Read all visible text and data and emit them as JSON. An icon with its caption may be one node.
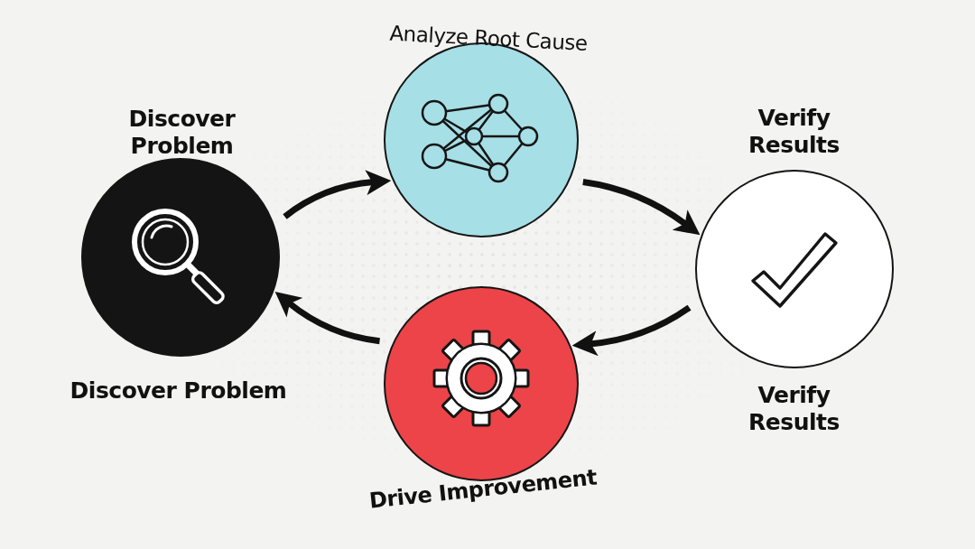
{
  "diagram": {
    "nodes": [
      {
        "text": [
          "Discover Problem",
          "Discover Problem"
        ]
      },
      {
        "text": [
          "Analyze Root Cause"
        ]
      },
      {
        "text": [
          "Verify Results",
          "Verify Results"
        ]
      },
      {
        "text": [
          "Drive Improvement"
        ]
      }
    ],
    "edges": [
      {
        "from": 0,
        "to": 1,
        "arrow": "to"
      },
      {
        "from": 1,
        "to": 2,
        "arrow": "to"
      },
      {
        "from": 2,
        "to": 3,
        "arrow": "to"
      },
      {
        "from": 3,
        "to": 0,
        "arrow": "to"
      }
    ]
  }
}
